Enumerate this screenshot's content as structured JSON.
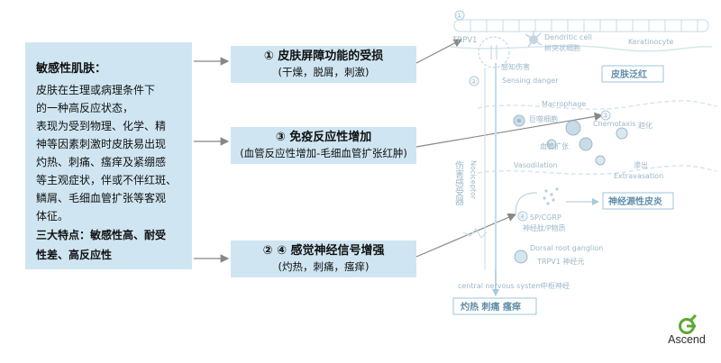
{
  "left_box": {
    "title": "敏感性肌肤：",
    "lines": [
      "皮肤在生理或病理条件下",
      "的一种高反应状态，",
      "表现为受到物理、化学、精",
      "神等因素刺激时皮肤易出现",
      "灼热、刺痛、瘙痒及紧绷感",
      "等主观症状，伴或不伴红斑、",
      "鳞屑、毛细血管扩张等客观",
      "体征。"
    ],
    "features_line1": "三大特点：敏感性高、耐受",
    "features_line2": "性差、高反应性"
  },
  "boxes": [
    {
      "title": "① 皮肤屏障功能的受损",
      "subtitle": "(干燥，脱屑，刺激)"
    },
    {
      "title": "③ 免疫反应性增加",
      "subtitle": "(血管反应性增加-毛细血管扩张红肿)"
    },
    {
      "title": "② ④ 感觉神经信号增强",
      "subtitle": "(灼热，刺痛，瘙痒)"
    }
  ],
  "diagram": {
    "trpv1_top": "TRPV1",
    "dendritic_cell": "Dendritic cell",
    "dendritic_cell_cn": "树突状细胞",
    "keratinocyte": "Keratinocyte",
    "sensing_damage_cn": "感知伤害",
    "sensing_danger": "Sensing danger",
    "tag_skin_redness": "皮肤泛红",
    "macrophage": "Macrophage",
    "macrophage_cn": "巨噬细胞",
    "chemotaxis": "Chemotaxis",
    "chemotaxis_cn": "趋化",
    "vessel_dilation_cn": "血管扩张",
    "vasodilation": "Vasodilation",
    "exudation_cn": "渗出",
    "extravasation": "Extravasation",
    "nociceptor_cn": "伤害感受器",
    "nociceptor": "Nociceptor",
    "tag_neurogenic": "神经源性皮炎",
    "sp_cgrp": "SP/CGRP",
    "neuropeptide_cn": "神经肽/P物质",
    "drg": "Dorsal root ganglion",
    "trpv1_neuron": "TRPV1 神经元",
    "cns": "central nervous system",
    "cns_cn": "中枢神经",
    "tag_symptoms": "灼热 刺痛 瘙痒",
    "step_1": "①",
    "step_2": "②",
    "step_3": "③",
    "step_4": "④"
  },
  "logo": {
    "text": "Ascend",
    "color": "#5aa832"
  }
}
